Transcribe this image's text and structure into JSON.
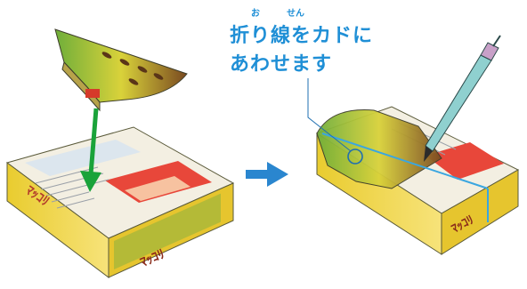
{
  "instruction": {
    "ruby_ori": "お",
    "ruby_sen": "せん",
    "line1": "折り線をカドに",
    "line2": "あわせます"
  },
  "colors": {
    "caption": "#1f8fd6",
    "arrow_green": "#1aa33a",
    "arrow_blue": "#2a86cf",
    "box_yellow": "#f0d53a",
    "fold_line": "#3aa6e0"
  },
  "icons": {
    "down_arrow": "green-down-arrow",
    "right_arrow": "blue-right-arrow",
    "pen": "pen-icon"
  }
}
